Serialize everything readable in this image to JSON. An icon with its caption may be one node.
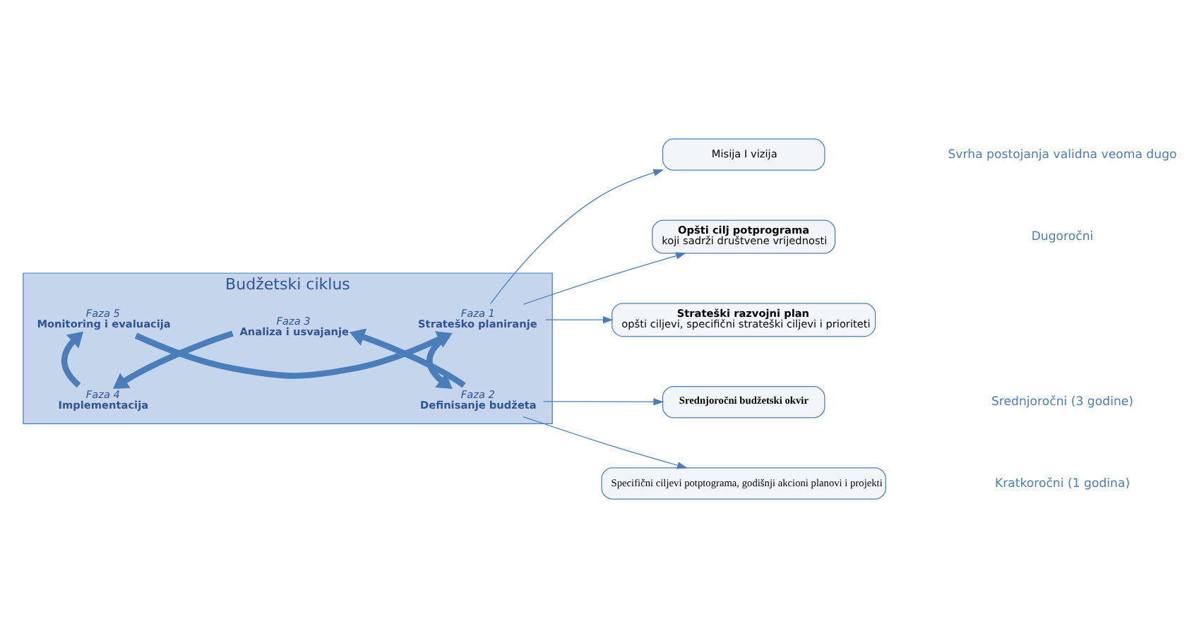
{
  "diagram": {
    "nodes": [
      {
        "text": [
          "Budžetski ciklus"
        ]
      },
      {
        "text": [
          "Faza 1",
          "Strateško planiranje"
        ],
        "in": 0
      },
      {
        "text": [
          "Faza 2",
          "Definisanje budžeta"
        ],
        "in": 0
      },
      {
        "text": [
          "Faza 3",
          "Analiza i usvajanje"
        ],
        "in": 0
      },
      {
        "text": [
          "Faza 4",
          "Implementacija"
        ],
        "in": 0
      },
      {
        "text": [
          "Faza 5",
          "Monitoring i evaluacija"
        ],
        "in": 0
      },
      {
        "text": [
          "Misija I vizija"
        ]
      },
      {
        "text": [
          "Opšti cilj potprograma",
          "koji sadrži društvene vrijednosti"
        ]
      },
      {
        "text": [
          "Strateški razvojni plan",
          "opšti ciljevi, specifični strateški ciljevi i prioriteti"
        ]
      },
      {
        "text": [
          "Srednjoročni budžetski okvir"
        ]
      },
      {
        "text": [
          "Specifični ciljevi potptograma, godišnji akcioni planovi i projekti"
        ]
      }
    ],
    "edges": [
      {
        "from": 5,
        "to": 1,
        "arrow": "to",
        "style": "thick"
      },
      {
        "from": 1,
        "to": 2,
        "arrow": "to",
        "style": "thick"
      },
      {
        "from": 2,
        "to": 3,
        "arrow": "to",
        "style": "thick"
      },
      {
        "from": 3,
        "to": 4,
        "arrow": "to",
        "style": "thick"
      },
      {
        "from": 4,
        "to": 5,
        "arrow": "to",
        "style": "thick"
      },
      {
        "from": 1,
        "to": 6,
        "arrow": "to"
      },
      {
        "from": 1,
        "to": 7,
        "arrow": "to"
      },
      {
        "from": 1,
        "to": 8,
        "arrow": "to"
      },
      {
        "from": 2,
        "to": 9,
        "arrow": "to"
      },
      {
        "from": 2,
        "to": 10,
        "arrow": "to"
      }
    ],
    "labels": [
      "Svrha postojanja validna veoma dugo",
      "Dugoročni",
      "Srednjoročni (3 godine)",
      "Kratkoročni (1 godina)"
    ]
  }
}
